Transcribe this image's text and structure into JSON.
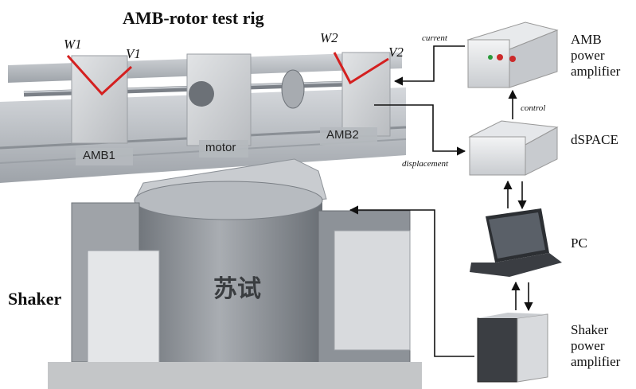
{
  "title": "AMB-rotor test rig",
  "rig_labels": {
    "amb1": "AMB1",
    "motor": "motor",
    "amb2": "AMB2",
    "shaker": "Shaker",
    "shaker_chars": "苏试"
  },
  "axes": {
    "w1": "W1",
    "v1": "V1",
    "w2": "W2",
    "v2": "V2"
  },
  "devices": {
    "amb_amp": [
      "AMB",
      "power",
      "amplifier"
    ],
    "dspace": "dSPACE",
    "pc": "PC",
    "shaker_amp": [
      "Shaker",
      "power",
      "amplifier"
    ]
  },
  "signals": {
    "current": "current",
    "control": "control",
    "displacement": "displacement"
  },
  "colors": {
    "axis_red": "#d42020",
    "arrow": "#111111",
    "rail": "#b8bcc2",
    "shaker_body": "#8d9298"
  }
}
